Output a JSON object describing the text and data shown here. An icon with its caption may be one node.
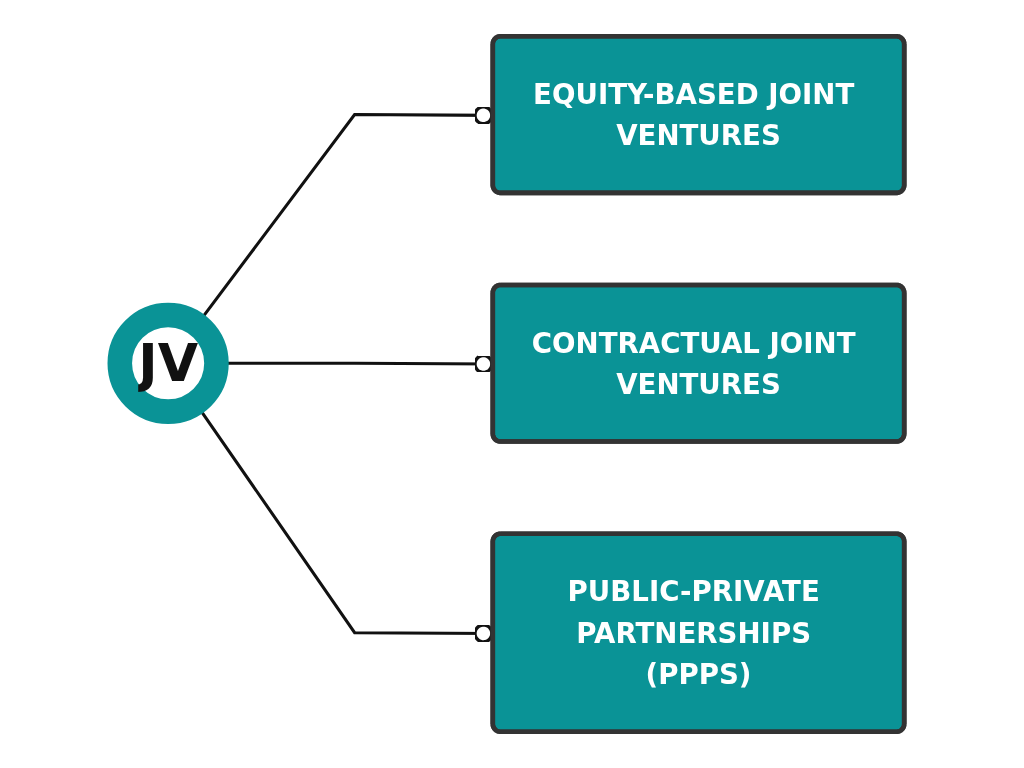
{
  "diagram": {
    "nodes": [
      {
        "text": [
          "JV"
        ]
      },
      {
        "text": [
          "EQUITY-BASED JOINT VENTURES"
        ]
      },
      {
        "text": [
          "CONTRACTUAL JOINT VENTURES"
        ]
      },
      {
        "text": [
          "PUBLIC-PRIVATE PARTNERSHIPS (PPPS)"
        ]
      }
    ],
    "edges": [
      {
        "from": 0,
        "to": 1,
        "arrow": "other"
      },
      {
        "from": 0,
        "to": 2,
        "arrow": "other"
      },
      {
        "from": 0,
        "to": 3,
        "arrow": "other"
      }
    ]
  }
}
